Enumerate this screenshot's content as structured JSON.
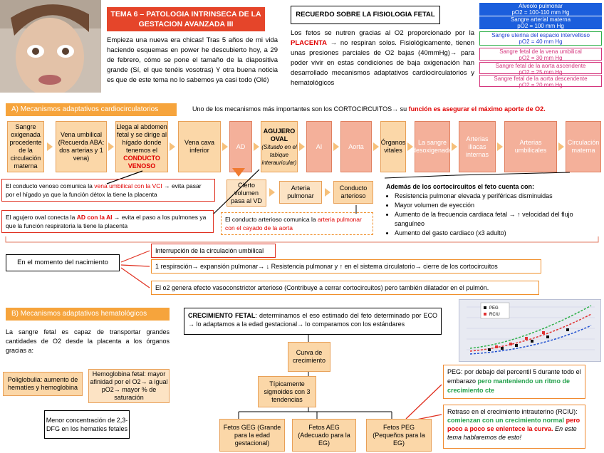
{
  "header": {
    "title_line1": "TEMA 6 – PATOLOGIA INTRINSECA DE LA",
    "title_line2": "GESTACION AVANZADA III",
    "intro": "Empieza una nueva era chicas! Tras 5 años de mi vida haciendo esquemas en power he descubierto hoy, a 29 de febrero, cómo se pone el tamaño de la diapositiva grande (Sí, el que tenéis vosotras) Y otra buena noticia es que de este tema no lo sabemos ya casi todo (Olé)"
  },
  "recuerdo": {
    "title": "RECUERDO SOBRE LA FISIOLOGIA FETAL",
    "text_a": "Los fetos se nutren gracias al O2 proporcionado por la",
    "placenta": "PLACENTA",
    "text_b": "→ no respiran solos. Fisiológicamente, tienen unas presiones parciales de O2 bajas (40mmHg)→ para poder vivir en estas condiciones de baja oxigenación han desarrollado mecanismos adaptativos cardiocirculatorios y hematológicos"
  },
  "pressures": [
    {
      "label": "Alveolo pulmonar",
      "value": "pO2 = 100-110 mm Hg",
      "style": "blue"
    },
    {
      "label": "Sangre arterial materna",
      "value": "pO2 = 100 mm Hg",
      "style": "blue"
    },
    {
      "label": "Sangre uterina del espacio intervelloso",
      "value": "pO2 = 40 mm Hg",
      "style": "green"
    },
    {
      "label": "Sangre fetal de la vena umbilical",
      "value": "pO2 = 30 mm Hg",
      "style": "pink"
    },
    {
      "label": "Sangre fetal de la aorta ascendente",
      "value": "pO2 = 25 mm Hg",
      "style": "pink"
    },
    {
      "label": "Sangre fetal de la aorta descendente",
      "value": "pO2 = 20 mm Hg",
      "style": "pink"
    }
  ],
  "section_a": {
    "banner": "A) Mecanismos adaptativos cardiocirculatorios",
    "lead_a": "Uno de los mecanismos más importantes son los CORTOCIRCUITOS→ su",
    "lead_b": "función es asegurar el máximo aporte de O2.",
    "flow": [
      "Sangre oxigenada procedente de la circulación materna",
      "Vena umbilical (Recuerda ABA: dos arterias y 1 vena)",
      "Llega al abdomen fetal y se dirige al hígado donde tenemos el",
      "Vena cava inferior",
      "AD",
      "AGUJERO OVAL",
      "AI",
      "Aorta",
      "Órganos vitales",
      "La sangre desoxigenada",
      "Arterias iliacas internas",
      "Arterias umbilicales",
      "Circulación materna"
    ],
    "flow_italic_oval": "(Situado en el tabique interauricular)",
    "conducto_venoso": "CONDUCTO VENOSO",
    "sub_flow": [
      "Cierto volumen pasa al VD",
      "Arteria pulmonar",
      "Conducto arterioso"
    ],
    "note_venoso_a": "El conducto venoso comunica la",
    "note_venoso_red": "vena umbilical con la VCI",
    "note_venoso_b": "→ evita pasar por el hígado ya que la función détox la tiene la placenta",
    "note_oval_a": "El agujero oval conecta la",
    "note_oval_red": "AD con la AI",
    "note_oval_b": "→ evita el paso a los pulmones ya que la función respiratoria la tiene la placenta",
    "note_arterioso_a": "El conducto arterioso comunica la",
    "note_arterioso_red": "arteria pulmonar con el cayado de la aorta",
    "extra_title": "Además de los cortocircuitos el feto cuenta con:",
    "extra_items": [
      "Resistencia pulmonar elevada y periféricas disminuidas",
      "Mayor volumen de eyección",
      "Aumento de la frecuencia cardiaca fetal → ↑ velocidad del flujo sanguíneo",
      "Aumento del gasto cardiaco (x3 adulto)"
    ]
  },
  "nacimiento": {
    "label": "En el momento del nacimiento",
    "items": [
      "Interrupción de la circulación umbilical",
      "1 respiración→ expansión pulmonar→ ↓ Resistencia pulmonar y ↑ en el sistema circulatorio→ cierre de los cortocircuitos",
      "El o2 genera efecto vasoconstrictor arterioso (Contribuye a cerrar cortocircuitos) pero también dilatador en el pulmón."
    ]
  },
  "section_b": {
    "banner": "B) Mecanismos adaptativos hematológicos",
    "text": "La sangre fetal es capaz de transportar grandes cantidades de O2 desde la placenta a los órganos gracias a:",
    "boxes": [
      "Poliglobulia: aumento de hematíes y hemoglobina",
      "Hemoglobina fetal: mayor afinidad por el O2→ a igual pO2→ mayor % de saturación",
      "Menor concentración de 2,3-DFG en los hematíes fetales"
    ]
  },
  "crecimiento": {
    "title_bold": "CRECIMIENTO FETAL",
    "title_rest": ": determinamos el eso estimado del feto determinado por ECO → lo adaptamos a la edad gestacional→ lo comparamos con los estándares",
    "curva": "Curva de crecimiento",
    "tipica": "Típicamente sigmoides con 3 tendencias",
    "fetos": [
      "Fetos GEG (Grande para la edad gestacional)",
      "Fetos AEG (Adecuado para la EG)",
      "Fetos PEG (Pequeños para la EG)"
    ],
    "peg_a": "PEG: por debajo del percentil 5 durante todo el embarazo",
    "peg_green": "pero manteniendo un ritmo de crecimiento cte",
    "rciu_a": "Retraso en el crecimiento intrauterino (RCIU):",
    "rciu_green1": "comienzan con un crecimiento normal",
    "rciu_red": "pero poco a poco se enlentece la curva.",
    "rciu_italic": "En este tema hablaremos de esto!"
  },
  "chart_legend": [
    "PEG",
    "RCIU"
  ]
}
